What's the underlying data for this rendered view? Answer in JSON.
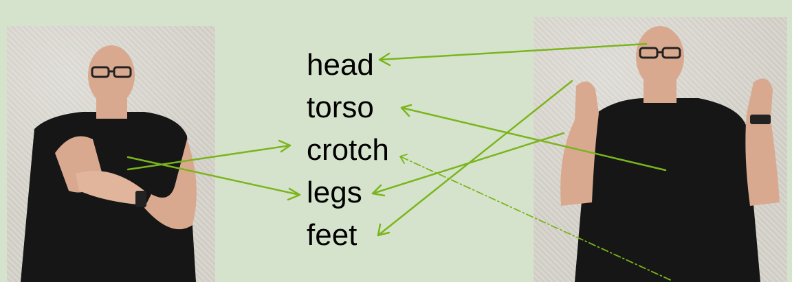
{
  "words": [
    "head",
    "torso",
    "crotch",
    "legs",
    "feet"
  ],
  "colors": {
    "background": "#d6e3cc",
    "arrow": "#7ab51d",
    "shirt": "#161616",
    "skin": "#d9a98f"
  },
  "figures": [
    {
      "description_icon": "person-signing-icon"
    },
    {
      "description_icon": "person-signing-icon"
    }
  ]
}
